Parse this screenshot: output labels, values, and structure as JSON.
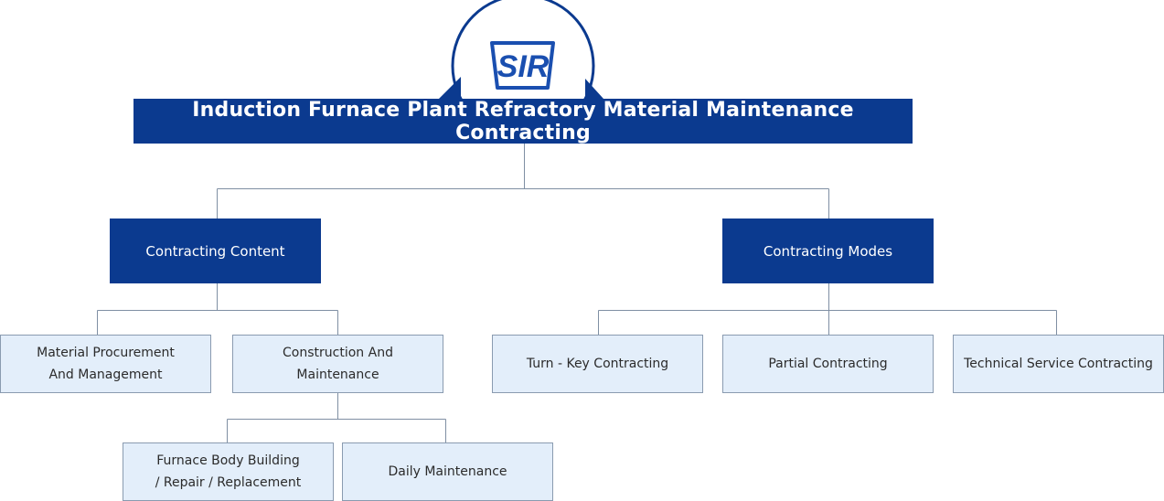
{
  "logo": {
    "text": "SIR",
    "color": "#1a4fb0"
  },
  "colors": {
    "dark_box": "#0b3a8f",
    "light_box": "#e3eefa",
    "connector": "#7f8fa3"
  },
  "root": {
    "title": "Induction Furnace Plant Refractory Material Maintenance Contracting"
  },
  "branches": {
    "content": {
      "label": "Contracting Content",
      "children": {
        "material": {
          "lines": [
            "Material Procurement",
            "And Management"
          ]
        },
        "construction": {
          "lines": [
            "Construction And",
            "Maintenance"
          ],
          "children": {
            "furnace": {
              "lines": [
                "Furnace Body Building",
                "/ Repair / Replacement"
              ]
            },
            "daily": {
              "lines": [
                "Daily Maintenance"
              ]
            }
          }
        }
      }
    },
    "modes": {
      "label": "Contracting Modes",
      "children": {
        "turnkey": {
          "lines": [
            "Turn - Key Contracting"
          ]
        },
        "partial": {
          "lines": [
            "Partial Contracting"
          ]
        },
        "technical": {
          "lines": [
            "Technical Service Contracting"
          ]
        }
      }
    }
  }
}
